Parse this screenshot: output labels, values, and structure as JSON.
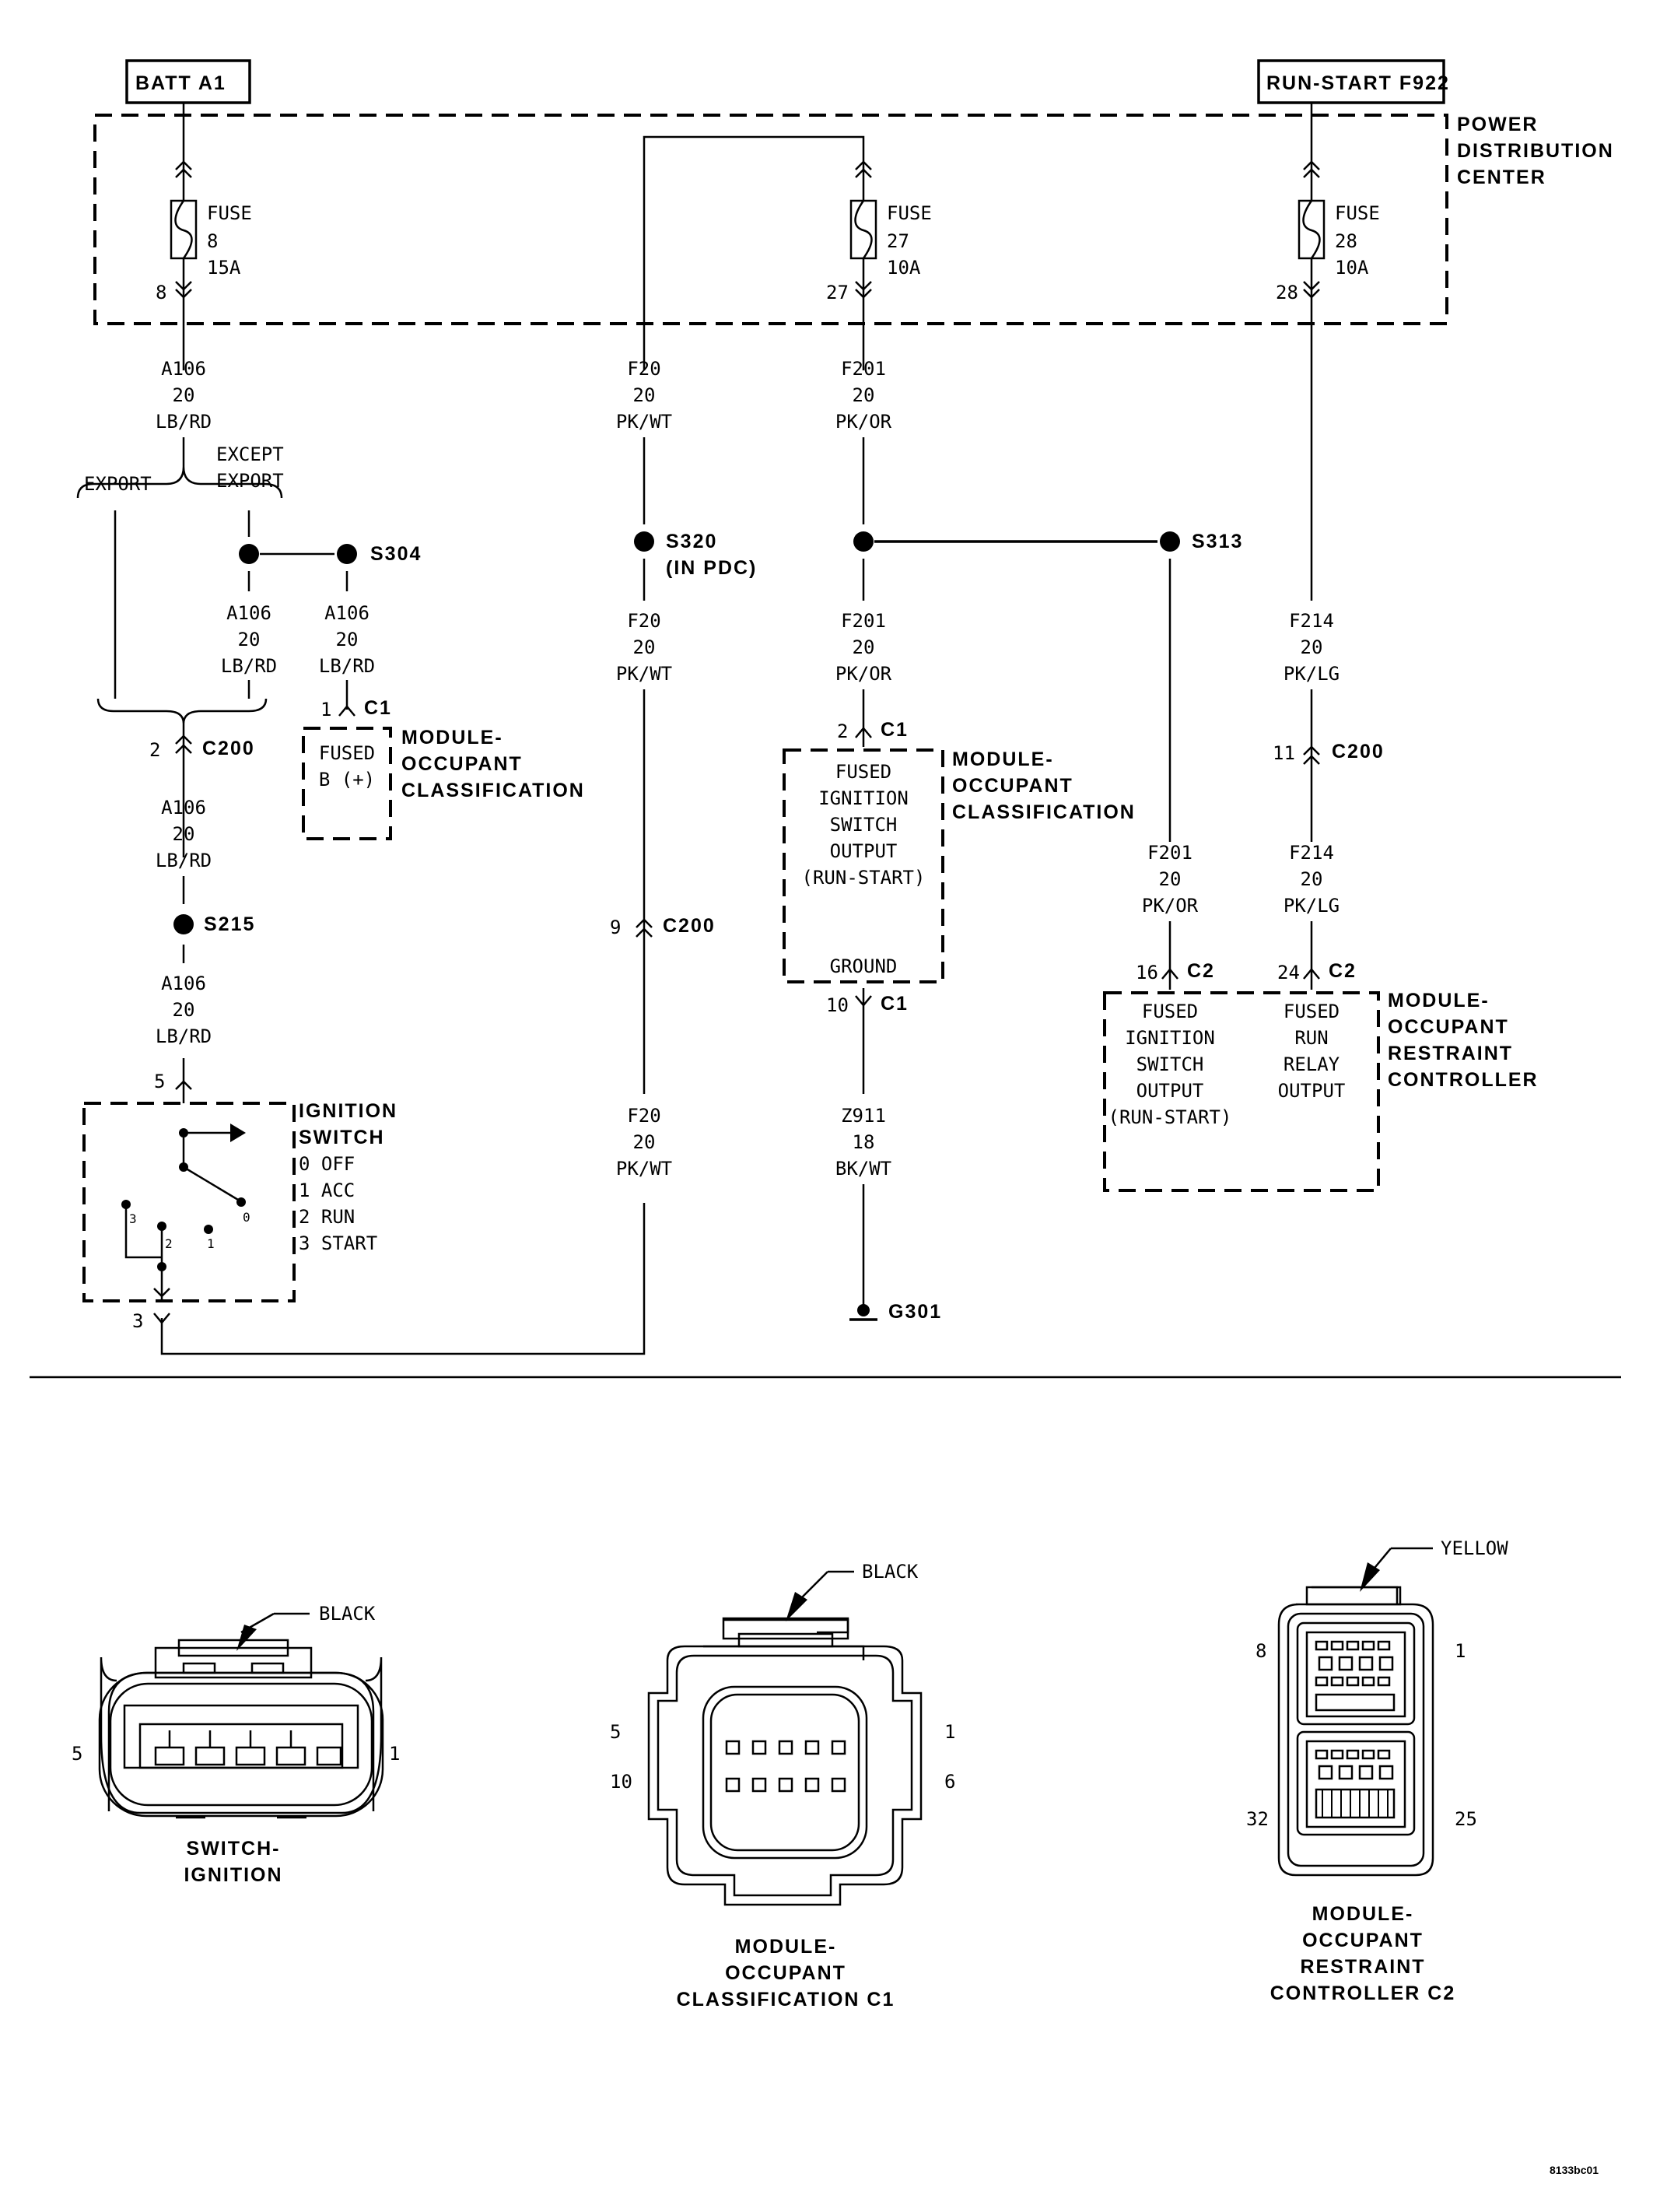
{
  "title_codes": {
    "figure_code": "8133bc01"
  },
  "sources": {
    "batt": "BATT A1",
    "run_start": "RUN-START F922"
  },
  "pdc": {
    "label": [
      "POWER",
      "DISTRIBUTION",
      "CENTER"
    ],
    "fuses": [
      {
        "label": "FUSE",
        "number": "8",
        "rating": "15A",
        "cavity": "8"
      },
      {
        "label": "FUSE",
        "number": "27",
        "rating": "10A",
        "cavity": "27"
      },
      {
        "label": "FUSE",
        "number": "28",
        "rating": "10A",
        "cavity": "28"
      }
    ]
  },
  "wires": {
    "a106_top": [
      "A106",
      "20",
      "LB/RD"
    ],
    "a106_mid": [
      "A106",
      "20",
      "LB/RD"
    ],
    "a106_s304": [
      "A106",
      "20",
      "LB/RD"
    ],
    "a106_s215": [
      "A106",
      "20",
      "LB/RD"
    ],
    "f20_top": [
      "F20",
      "20",
      "PK/WT"
    ],
    "f20_mid": [
      "F20",
      "20",
      "PK/WT"
    ],
    "f20_bottom": [
      "F20",
      "20",
      "PK/WT"
    ],
    "f201_top": [
      "F201",
      "20",
      "PK/OR"
    ],
    "f201_mid": [
      "F201",
      "20",
      "PK/OR"
    ],
    "f201_s313": [
      "F201",
      "20",
      "PK/OR"
    ],
    "f214_top": [
      "F214",
      "20",
      "PK/LG"
    ],
    "f214_bottom": [
      "F214",
      "20",
      "PK/LG"
    ],
    "z911": [
      "Z911",
      "18",
      "BK/WT"
    ]
  },
  "branch": {
    "export": "EXPORT",
    "except": [
      "EXCEPT",
      "EXPORT"
    ]
  },
  "splices": {
    "s304": "S304",
    "s320": "S320",
    "s320_note": "(IN PDC)",
    "s313": "S313",
    "s215": "S215",
    "g301": "G301"
  },
  "connectors": {
    "c1_fused": {
      "pin": "1",
      "name": "C1"
    },
    "c200_a106": {
      "pin": "2",
      "name": "C200"
    },
    "c200_f20": {
      "pin": "9",
      "name": "C200"
    },
    "c200_f214": {
      "pin": "11",
      "name": "C200"
    },
    "c1_ign": {
      "pin": "2",
      "name": "C1"
    },
    "c1_gnd": {
      "pin": "10",
      "name": "C1"
    },
    "c2_16": {
      "pin": "16",
      "name": "C2"
    },
    "c2_24": {
      "pin": "24",
      "name": "C2"
    },
    "ign_pin5": "5",
    "ign_pin3": "3"
  },
  "modules": {
    "occ_class_1": {
      "title": [
        "MODULE-",
        "OCCUPANT",
        "CLASSIFICATION"
      ],
      "text": [
        "FUSED",
        "B (+)"
      ]
    },
    "occ_class_2": {
      "title": [
        "MODULE-",
        "OCCUPANT",
        "CLASSIFICATION"
      ],
      "text": [
        "FUSED",
        "IGNITION",
        "SWITCH",
        "OUTPUT",
        "(RUN-START)"
      ],
      "ground": "GROUND"
    },
    "restraint": {
      "title": [
        "MODULE-",
        "OCCUPANT",
        "RESTRAINT",
        "CONTROLLER"
      ],
      "left": [
        "FUSED",
        "IGNITION",
        "SWITCH",
        "OUTPUT",
        "(RUN-START)"
      ],
      "right": [
        "FUSED",
        "RUN",
        "RELAY",
        "OUTPUT"
      ]
    },
    "ignition": {
      "title": [
        "IGNITION",
        "SWITCH"
      ],
      "positions": [
        "0 OFF",
        "1 ACC",
        "2 RUN",
        "3 START"
      ],
      "contacts": [
        "3",
        "2",
        "1",
        "0"
      ]
    }
  },
  "connector_views": {
    "switch": {
      "color": "BLACK",
      "pin_left": "5",
      "pin_right": "1",
      "name": [
        "SWITCH-",
        "IGNITION"
      ]
    },
    "occ_c1": {
      "color": "BLACK",
      "pins": [
        "5",
        "10",
        "1",
        "6"
      ],
      "name": [
        "MODULE-",
        "OCCUPANT",
        "CLASSIFICATION C1"
      ]
    },
    "rest_c2": {
      "color": "YELLOW",
      "pins": [
        "8",
        "1",
        "32",
        "25"
      ],
      "name": [
        "MODULE-",
        "OCCUPANT",
        "RESTRAINT",
        "CONTROLLER C2"
      ]
    }
  }
}
